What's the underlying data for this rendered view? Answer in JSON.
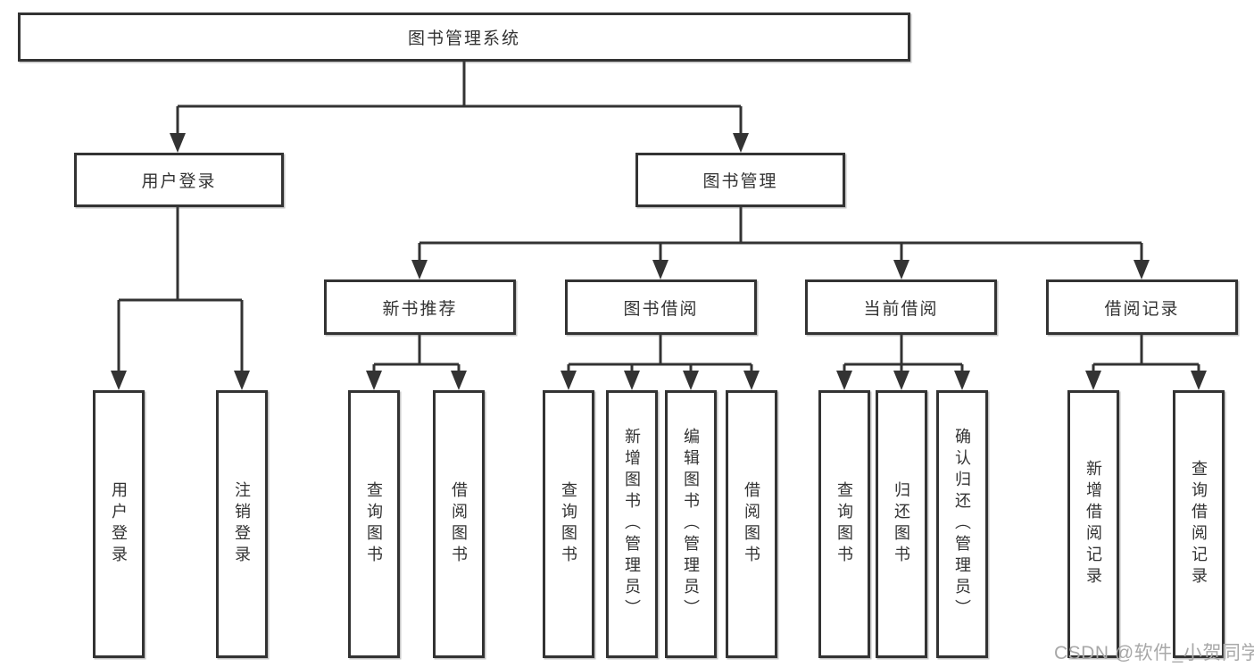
{
  "diagram": {
    "title": "图书管理系统",
    "nodes": [
      {
        "id": "root",
        "label": "图书管理系统",
        "level": 1
      },
      {
        "id": "user-login",
        "label": "用户登录",
        "level": 2
      },
      {
        "id": "book-management",
        "label": "图书管理",
        "level": 2
      },
      {
        "id": "new-book-recommend",
        "label": "新书推荐",
        "level": 3
      },
      {
        "id": "book-borrow",
        "label": "图书借阅",
        "level": 3
      },
      {
        "id": "current-borrow",
        "label": "当前借阅",
        "level": 3
      },
      {
        "id": "borrow-records",
        "label": "借阅记录",
        "level": 3
      },
      {
        "id": "leaf-user-login",
        "label": "用户登录",
        "level": 4
      },
      {
        "id": "leaf-logout",
        "label": "注销登录",
        "level": 4
      },
      {
        "id": "leaf-query-book-a",
        "label": "查询图书",
        "level": 4
      },
      {
        "id": "leaf-borrow-book-a",
        "label": "借阅图书",
        "level": 4
      },
      {
        "id": "leaf-query-book-b",
        "label": "查询图书",
        "level": 4
      },
      {
        "id": "leaf-add-book",
        "label": "新增图书（管理员）",
        "level": 4
      },
      {
        "id": "leaf-edit-book",
        "label": "编辑图书（管理员）",
        "level": 4
      },
      {
        "id": "leaf-borrow-book-b",
        "label": "借阅图书",
        "level": 4
      },
      {
        "id": "leaf-query-book-c",
        "label": "查询图书",
        "level": 4
      },
      {
        "id": "leaf-return-book",
        "label": "归还图书",
        "level": 4
      },
      {
        "id": "leaf-confirm-return",
        "label": "确认归还（管理员）",
        "level": 4
      },
      {
        "id": "leaf-add-borrow-record",
        "label": "新增借阅记录",
        "level": 4
      },
      {
        "id": "leaf-query-borrow-record",
        "label": "查询借阅记录",
        "level": 4
      }
    ]
  },
  "watermark": {
    "text": "CSDN @软件_小贺同学"
  },
  "colors": {
    "line": "#333333",
    "border": "#333333",
    "text": "#333333",
    "background": "#ffffff",
    "watermark": "#a8a8a8"
  }
}
